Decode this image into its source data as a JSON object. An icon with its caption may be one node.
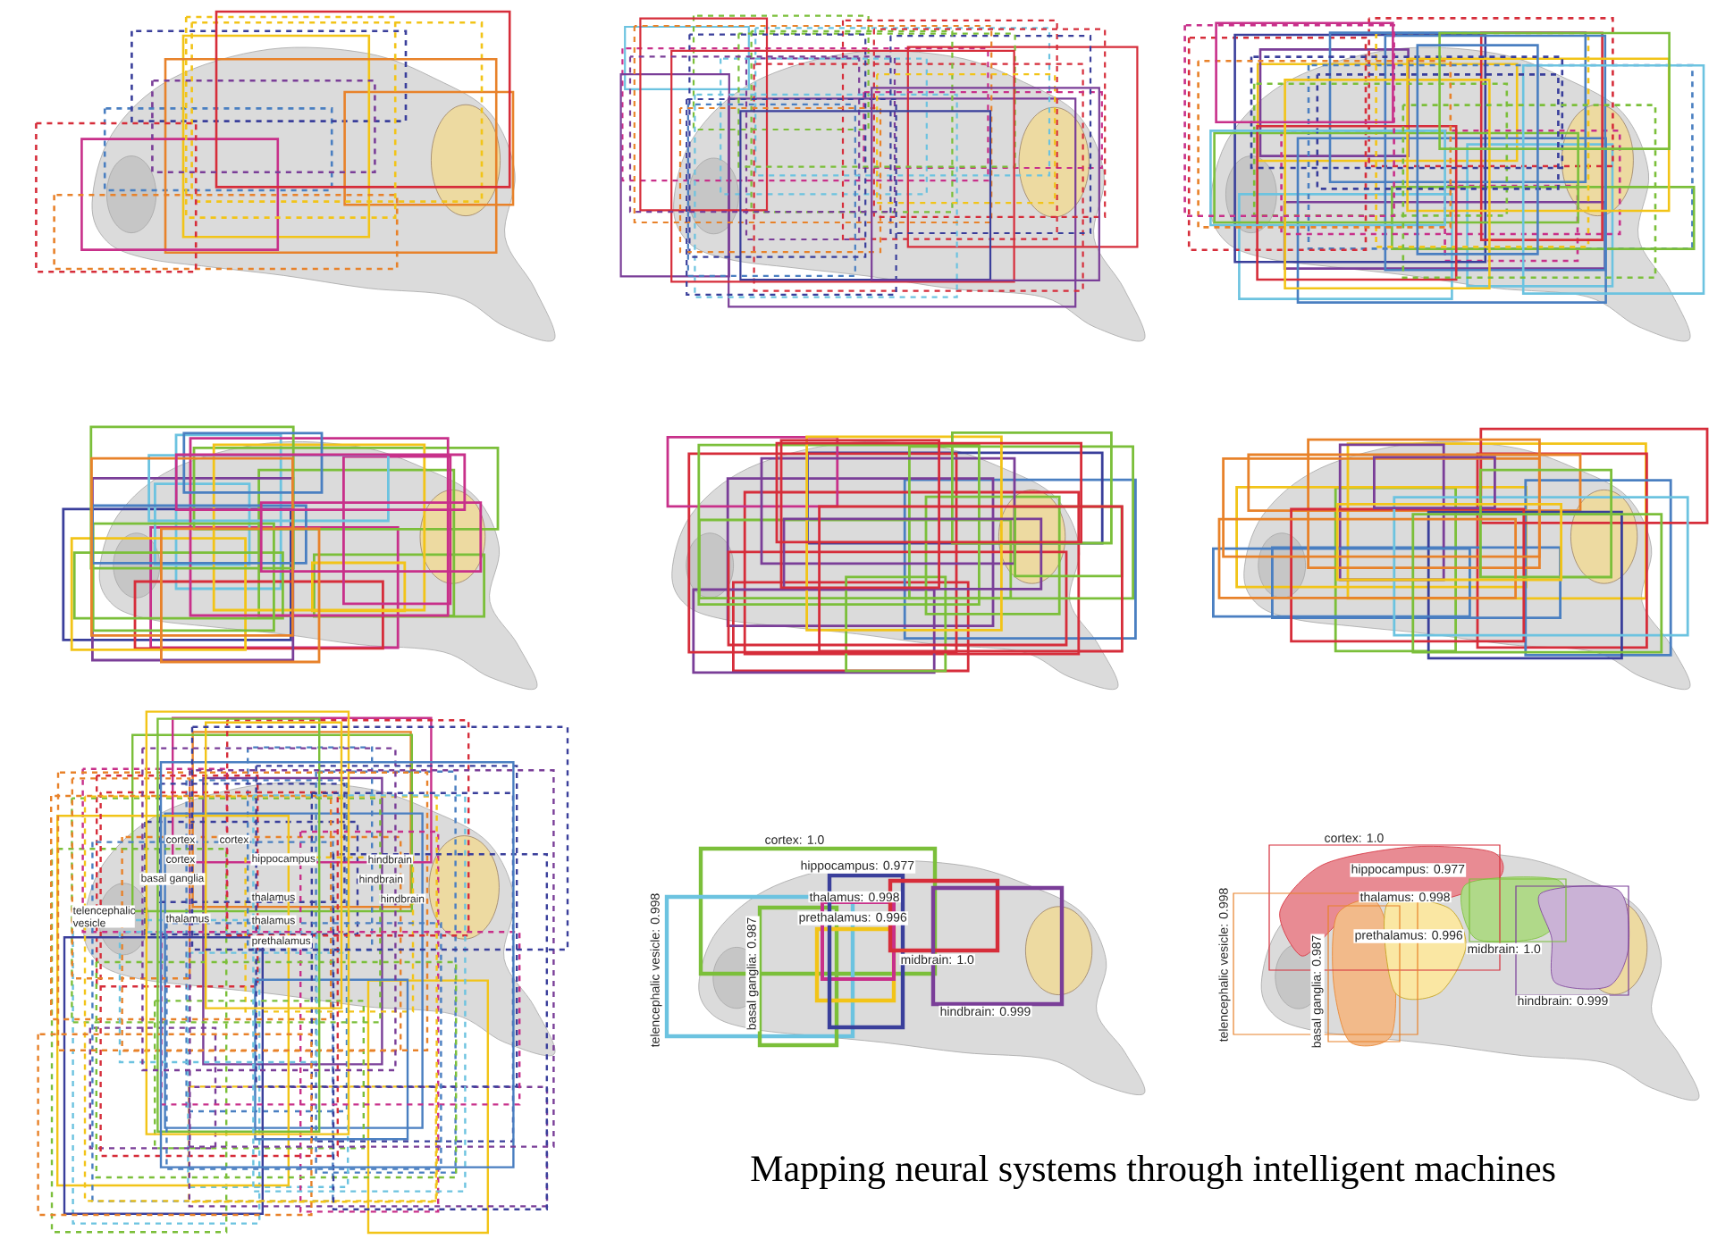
{
  "diagram": {
    "caption": "Mapping neural systems through intelligent machines",
    "labels": [
      "cortex",
      "cortex",
      "cortex",
      "hippocampus",
      "hindbrain",
      "basal ganglia",
      "thalamus",
      "hindbrain",
      "hindbrain",
      "telencephalic vesicle",
      "thalamus",
      "thalamus",
      "prethalamus",
      "cortex: 1.0",
      "hippocampus: 0.977",
      "thalamus: 0.998",
      "prethalamus: 0.996",
      "midbrain: 1.0",
      "hindbrain: 0.999",
      "telencephalic vesicle: 0.998",
      "basal ganglia: 0.987",
      "cortex: 1.0",
      "hippocampus: 0.977",
      "thalamus: 0.998",
      "prethalamus: 0.996",
      "midbrain: 1.0",
      "hindbrain: 0.999",
      "telencephalic vesicle: 0.998",
      "basal ganglia: 0.987"
    ]
  }
}
